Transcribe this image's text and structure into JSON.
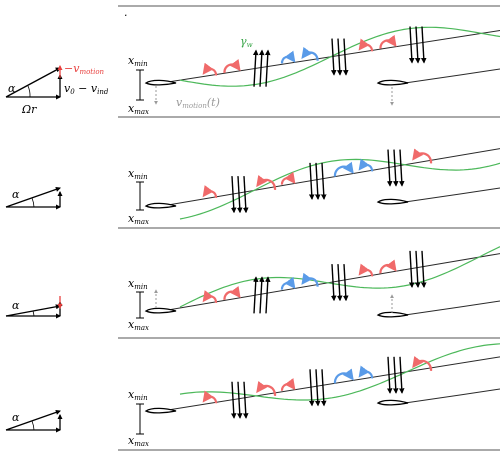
{
  "colors": {
    "vortex_red": "#f06a6a",
    "vortex_blue": "#5a9be8",
    "wake_sheet": "#2a2a2a",
    "gamma_curve": "#4cb85a",
    "motion_red": "#e8403e",
    "motion_gray": "#9a9a9a",
    "divider": "#555555"
  },
  "labels": {
    "gamma": "γ",
    "gamma_sub": "w",
    "alpha": "α",
    "omega_r": "Ωr",
    "neg_v": "−v",
    "motion_sub": "motion",
    "v0": "v",
    "v0_sub": "0",
    "minus": " − v",
    "ind_sub": "ind",
    "x": "x",
    "min_sub": "min",
    "max_sub": "max",
    "vmotion_t": "(t)",
    "dot": "."
  },
  "rows": [
    {
      "id": "row1"
    },
    {
      "id": "row2"
    },
    {
      "id": "row3"
    },
    {
      "id": "row4"
    }
  ]
}
